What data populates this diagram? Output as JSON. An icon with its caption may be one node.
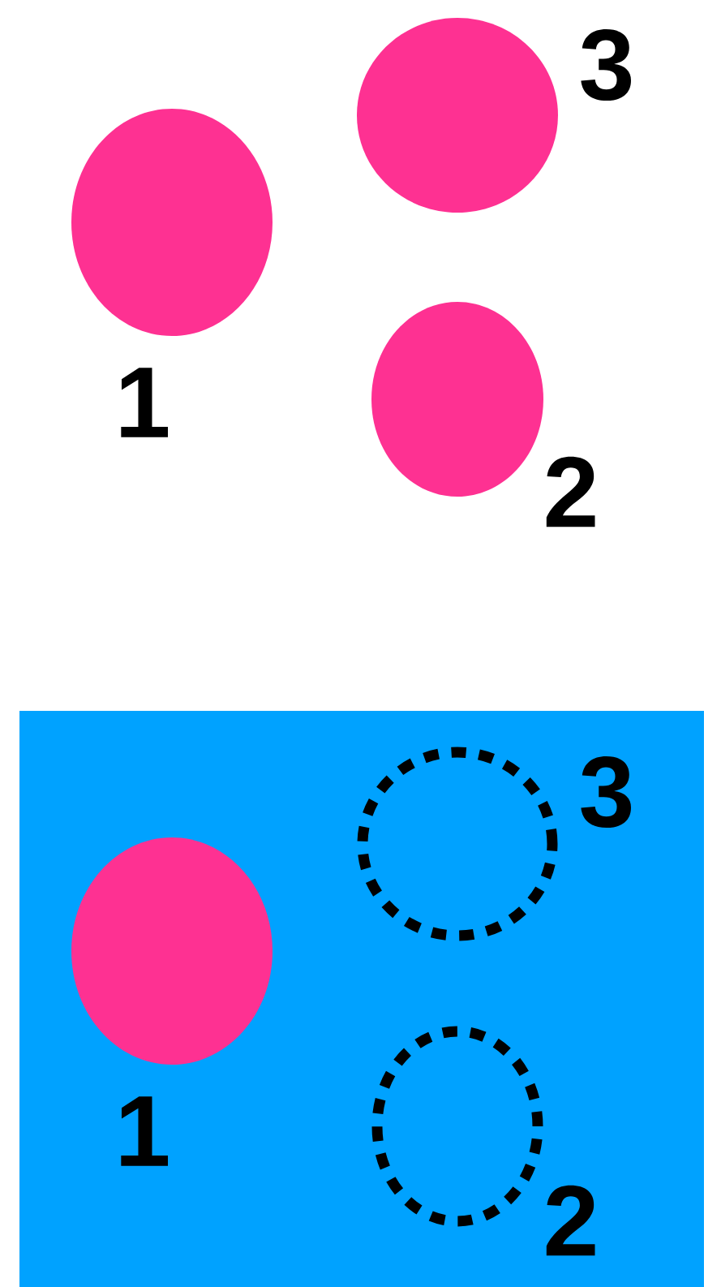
{
  "diagram": {
    "nodes": [
      {
        "text": [],
        "shape": "ellipse",
        "beside": [
          "1"
        ]
      },
      {
        "text": [],
        "shape": "ellipse",
        "beside": [
          "3"
        ]
      },
      {
        "text": [],
        "shape": "ellipse",
        "beside": [
          "2"
        ]
      },
      {
        "text": [],
        "shape": "box"
      },
      {
        "text": [],
        "shape": "ellipse",
        "beside": [
          "1"
        ],
        "in": 3
      },
      {
        "text": [],
        "shape": "circle",
        "beside": [
          "3"
        ],
        "in": 3
      },
      {
        "text": [],
        "shape": "circle",
        "beside": [
          "2"
        ],
        "in": 3
      }
    ]
  }
}
